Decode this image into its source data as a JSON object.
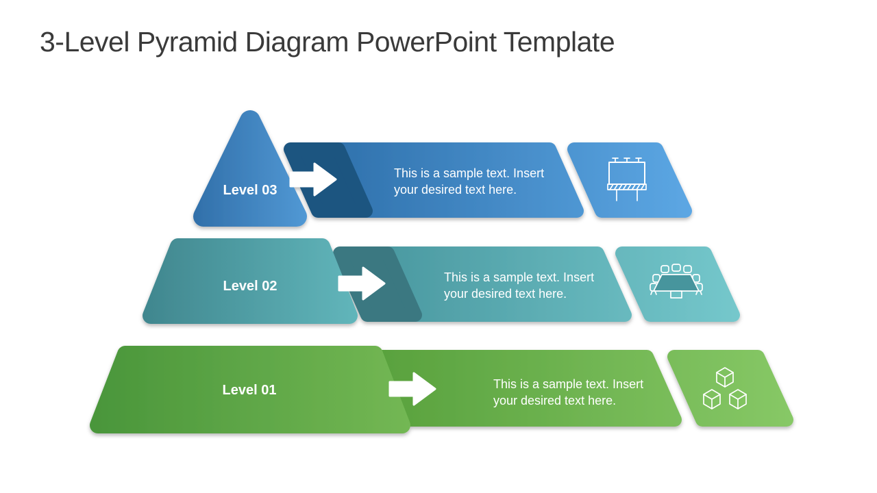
{
  "slide": {
    "title": "3-Level Pyramid Diagram PowerPoint Template",
    "title_color": "#3a3a3a",
    "background": "#ffffff"
  },
  "arrow_color": "#ffffff",
  "levels": [
    {
      "label": "Level 03",
      "body_line1": "This is a sample text. Insert",
      "body_line2": "your desired text here.",
      "icon": "billboard-icon",
      "accent_dark": "#1d5480",
      "shape_start": "#2f6da7",
      "shape_end": "#549cd8",
      "band_start": "#2b6ca7",
      "band_end": "#5ea9e6",
      "text_color": "#ffffff"
    },
    {
      "label": "Level 02",
      "body_line1": "This is a sample text. Insert",
      "body_line2": "your desired text here.",
      "icon": "meeting-table-icon",
      "accent_dark": "#3a7881",
      "shape_start": "#3f858d",
      "shape_end": "#62b7bc",
      "band_start": "#47959d",
      "band_end": "#76c9cd",
      "text_color": "#ffffff"
    },
    {
      "label": "Level 01",
      "body_line1": "This is a sample text. Insert",
      "body_line2": "your desired text here.",
      "icon": "cubes-icon",
      "accent_dark": null,
      "shape_start": "#49953a",
      "shape_end": "#74b854",
      "band_start": "#57a03c",
      "band_end": "#88c967",
      "text_color": "#ffffff"
    }
  ]
}
